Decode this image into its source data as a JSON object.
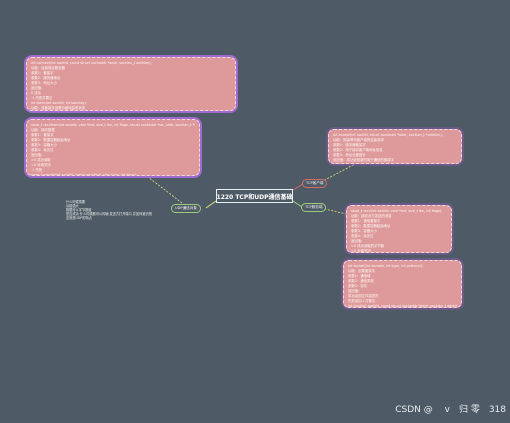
{
  "root": {
    "label": "1220 TCP和UDP通信基础"
  },
  "branches": {
    "udp_object": "UDP通信对象",
    "tcp_client": "TCP客户端",
    "tcp_server": "TCP服务端"
  },
  "side_note": [
    "什么时候需要",
    "功能强大",
    "数据可以字节数组",
    "是否成功 什么时候都可以传输 发送方打开端口 并如何被识别",
    "这就是UDP的特点"
  ],
  "notes": {
    "left_top": [
      "int connect(int sockfd, const struct sockaddr *addr, socklen_t addrlen);",
      "功能：连接指定服务器",
      "参数1：套接字",
      "参数2：服务器地址",
      "参数3：地址大小",
      "返回值：",
      "  0 成功",
      "  -1 失败并置位",
      "int listen(int sockfd, int backlog);",
      "功能：将套接字设置为被动监听状态",
      "参数1：套接字描述符",
      "参数2：等待队列长度，表示最多可以同时等待多少个客户端的连接请求"
    ],
    "left_mid": [
      "ssize_t recvfrom(int sockfd, void *buf, size_t len, int flags, struct sockaddr *src_addr, socklen_t *addrlen);",
      "功能：接收数据",
      "参数1：套接字",
      "参数2：数据容器起始地址",
      "参数3：容器大小",
      "参数4：标志位",
      "返回值：",
      "  >0 成功读取",
      "  =0 对端关闭",
      "  -1 失败",
      "ssize_t sendto(int sockfd, const void *buf, size_t len, int flags);",
      "功能：向对方发送数据",
      "参数1：套接字描述符 参数2：要发送的数据起始地址",
      "返回值：成功返回成功发送的字节数，失败返回-1并置位错误码"
    ],
    "right_top": [
      "int accept(int sockfd, struct sockaddr *addr, socklen_t *addrlen);",
      "功能：阻塞等待客户端的连接请求",
      "参数1：服务器套接字",
      "参数2：用于接收客户端地址信息",
      "参数3：地址长度指针",
      "返回值：成功返回新的用于通信的套接字",
      "失败返回-1并置位"
    ],
    "right_mid": [
      "ssize_t recv(int sockfd, void *buf, size_t len, int flags);",
      "功能：接收对方发送的消息",
      "参数1：通信套接字",
      "参数2：数据容器起始地址",
      "参数3：容器大小",
      "参数4：标志位",
      "返回值：",
      "  >0 成功读取的字节数",
      "  =0 对端关闭",
      "  -1 失败并置位",
      "ssize_t send(int sockfd, const void *buf, size_t len, int flags);",
      "功能：向对方发送消息"
    ],
    "right_bottom": [
      "int socket(int domain, int type, int protocol);",
      "功能：创建套接字",
      "参数1：通信域",
      "参数2：通信类型",
      "参数3：协议",
      "返回值：",
      "  成功返回文件描述符",
      "  失败返回-1并置位",
      "int bind(int sockfd, const struct sockaddr *addr, socklen_t addrlen);",
      "功能：绑定套接字与地址信息"
    ]
  },
  "footer": "CSDN @ 　v　归 零　318",
  "colors": {
    "background": "#4e5b66",
    "note_fill": "#de9a9a",
    "note_border": "#a06bd0",
    "connector_yellow": "#e6e07a",
    "connector_red": "#d46a6a",
    "connector_green": "#9ccc7a"
  }
}
